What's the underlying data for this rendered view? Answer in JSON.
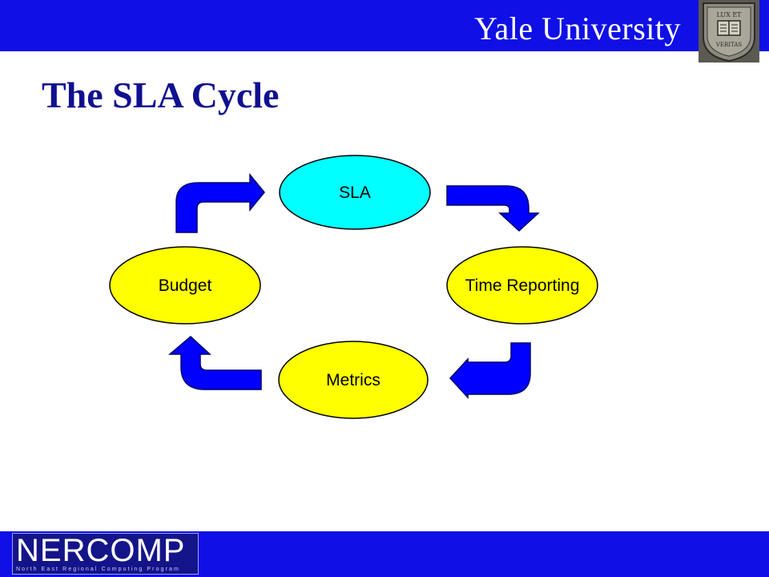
{
  "header": {
    "institution": "Yale University",
    "seal_text_top": "LUX ET",
    "seal_text_bottom": "VERITAS"
  },
  "slide": {
    "title": "The SLA Cycle"
  },
  "diagram": {
    "nodes": [
      {
        "id": "sla",
        "label": "SLA",
        "color": "#00ffff"
      },
      {
        "id": "time-reporting",
        "label": "Time Reporting",
        "color": "#ffff00"
      },
      {
        "id": "metrics",
        "label": "Metrics",
        "color": "#ffff00"
      },
      {
        "id": "budget",
        "label": "Budget",
        "color": "#ffff00"
      }
    ],
    "edges": [
      {
        "from": "sla",
        "to": "time-reporting"
      },
      {
        "from": "time-reporting",
        "to": "metrics"
      },
      {
        "from": "metrics",
        "to": "budget"
      },
      {
        "from": "budget",
        "to": "sla"
      }
    ],
    "arrow_color": "#0000ff"
  },
  "footer": {
    "logo_name": "NERCOMP",
    "logo_tagline": "North East Regional Computing Program"
  },
  "theme": {
    "bar_color": "#1010e6",
    "title_color": "#101090"
  }
}
